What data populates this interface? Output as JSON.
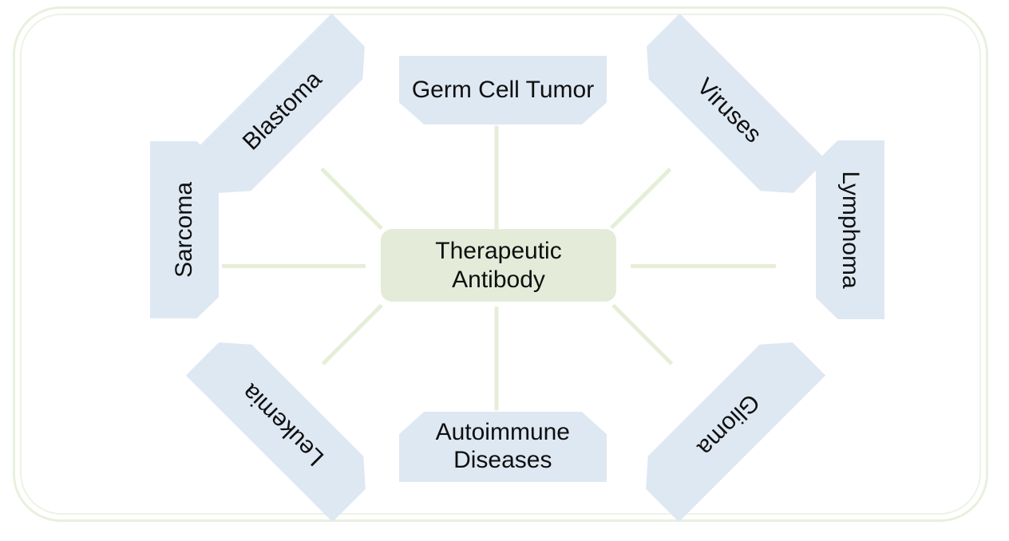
{
  "diagram": {
    "title_text": "Therapeutic Antibody diagram",
    "type": "hub-and-spoke",
    "colors": {
      "node_fill": "#dee8f3",
      "center_fill": "#e4ecd9",
      "connector": "#e5eed8",
      "frame_border": "#e8f0de",
      "text": "#0f0f0f",
      "background": "#ffffff"
    },
    "center": {
      "label": "Therapeutic\nAntibody"
    },
    "nodes": [
      {
        "id": "germ-cell-tumor",
        "label": "Germ Cell Tumor",
        "position": "top"
      },
      {
        "id": "viruses",
        "label": "Viruses",
        "position": "top-right"
      },
      {
        "id": "lymphoma",
        "label": "Lymphoma",
        "position": "right"
      },
      {
        "id": "glioma",
        "label": "Glioma",
        "position": "bottom-right"
      },
      {
        "id": "autoimmune-diseases",
        "label": "Autoimmune\nDiseases",
        "position": "bottom"
      },
      {
        "id": "leukemia",
        "label": "Leukemia",
        "position": "bottom-left"
      },
      {
        "id": "sarcoma",
        "label": "Sarcoma",
        "position": "left"
      },
      {
        "id": "blastoma",
        "label": "Blastoma",
        "position": "top-left"
      }
    ],
    "connectors": [
      {
        "from": "center",
        "to": "germ-cell-tumor"
      },
      {
        "from": "center",
        "to": "viruses"
      },
      {
        "from": "center",
        "to": "lymphoma"
      },
      {
        "from": "center",
        "to": "glioma"
      },
      {
        "from": "center",
        "to": "autoimmune-diseases"
      },
      {
        "from": "center",
        "to": "leukemia"
      },
      {
        "from": "center",
        "to": "sarcoma"
      },
      {
        "from": "center",
        "to": "blastoma"
      }
    ]
  }
}
